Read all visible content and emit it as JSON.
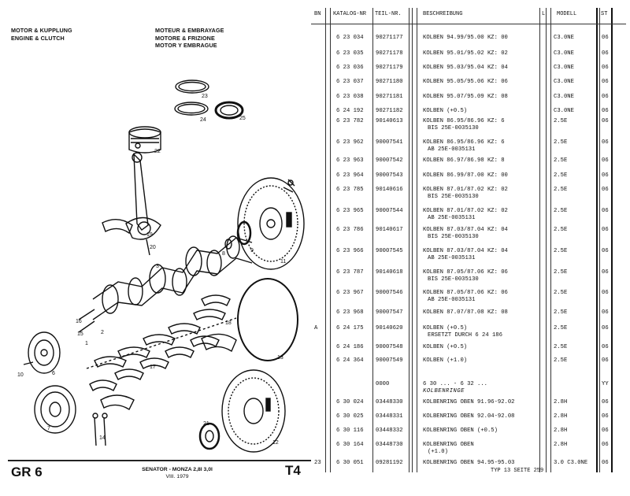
{
  "header": {
    "left": [
      "MOTOR & KUPPLUNG",
      "ENGINE & CLUTCH"
    ],
    "right": [
      "MOTEUR & EMBRAYAGE",
      "MOTORE & FRIZIONE",
      "MOTOR Y EMBRAGUE"
    ]
  },
  "footer": {
    "group": "GR 6",
    "model": "SENATOR - MONZA 2,8l 3,0l",
    "date": "VIII. 1979",
    "table": "T4",
    "page_note": "TYP 13 SEITE 259"
  },
  "callouts": [
    "23",
    "24",
    "25",
    "22",
    "19",
    "20",
    "9",
    "11",
    "8",
    "7",
    "10",
    "6",
    "16",
    "15",
    "18",
    "13",
    "17",
    "14",
    "12",
    "21",
    "1",
    "2",
    "3"
  ],
  "columns": [
    "BN",
    "KATALOG-NR",
    "TEIL-NR.",
    "BESCHREIBUNG",
    "L",
    "MODELL",
    "ST"
  ],
  "rows": [
    {
      "bn": "",
      "kat": "6 23 034",
      "teil": "90271177",
      "desc": [
        "KOLBEN 94.99/95.00 KZ: 00"
      ],
      "model": "C3.0NE",
      "st": "06"
    },
    {
      "bn": "",
      "kat": "6 23 035",
      "teil": "90271178",
      "desc": [
        "KOLBEN 95.01/95.02 KZ: 02"
      ],
      "model": "C3.0NE",
      "st": "06"
    },
    {
      "bn": "",
      "kat": "6 23 036",
      "teil": "90271179",
      "desc": [
        "KOLBEN 95.03/95.04 KZ: 04"
      ],
      "model": "C3.0NE",
      "st": "06"
    },
    {
      "bn": "",
      "kat": "6 23 037",
      "teil": "90271180",
      "desc": [
        "KOLBEN 95.05/95.06 KZ: 06"
      ],
      "model": "C3.0NE",
      "st": "06"
    },
    {
      "bn": "",
      "kat": "6 23 038",
      "teil": "90271181",
      "desc": [
        "KOLBEN 95.07/95.09 KZ: 08"
      ],
      "model": "C3.0NE",
      "st": "06"
    },
    {
      "bn": "",
      "kat": "6 24 192",
      "teil": "90271182",
      "desc": [
        "KOLBEN (+0.5)"
      ],
      "model": "C3.0NE",
      "st": "06"
    },
    {
      "bn": "",
      "kat": "6 23 782",
      "teil": "90140613",
      "desc": [
        "KOLBEN 86.95/86.96 KZ: 6",
        "BIS 25E-0035130"
      ],
      "model": "2.5E",
      "st": "06"
    },
    {
      "bn": "",
      "kat": "6 23 962",
      "teil": "90007541",
      "desc": [
        "KOLBEN 86.95/86.96 KZ: 6",
        "AB 25E-0035131"
      ],
      "model": "2.5E",
      "st": "06"
    },
    {
      "bn": "",
      "kat": "6 23 963",
      "teil": "90007542",
      "desc": [
        "KOLBEN 86.97/86.98 KZ: 8"
      ],
      "model": "2.5E",
      "st": "06"
    },
    {
      "bn": "",
      "kat": "6 23 964",
      "teil": "90007543",
      "desc": [
        "KOLBEN 86.99/87.00 KZ: 00"
      ],
      "model": "2.5E",
      "st": "06"
    },
    {
      "bn": "",
      "kat": "6 23 785",
      "teil": "90140616",
      "desc": [
        "KOLBEN 87.01/87.02 KZ: 02",
        "BIS 25E-0035130"
      ],
      "model": "2.5E",
      "st": "06"
    },
    {
      "bn": "",
      "kat": "6 23 965",
      "teil": "90007544",
      "desc": [
        "KOLBEN 87.01/87.02 KZ: 02",
        "AB 25E-0035131"
      ],
      "model": "2.5E",
      "st": "06"
    },
    {
      "bn": "",
      "kat": "6 23 786",
      "teil": "90140617",
      "desc": [
        "KOLBEN 87.03/87.04 KZ: 04",
        "BIS 25E-0035130"
      ],
      "model": "2.5E",
      "st": "06"
    },
    {
      "bn": "",
      "kat": "6 23 966",
      "teil": "90007545",
      "desc": [
        "KOLBEN 87.03/87.04 KZ: 04",
        "AB 25E-0035131"
      ],
      "model": "2.5E",
      "st": "06"
    },
    {
      "bn": "",
      "kat": "6 23 787",
      "teil": "90140618",
      "desc": [
        "KOLBEN 87.05/87.06 KZ: 06",
        "BIS 25E-0035130"
      ],
      "model": "2.5E",
      "st": "06"
    },
    {
      "bn": "",
      "kat": "6 23 967",
      "teil": "90007546",
      "desc": [
        "KOLBEN 87.05/87.06 KZ: 06",
        "AB 25E-0035131"
      ],
      "model": "2.5E",
      "st": "06"
    },
    {
      "bn": "",
      "kat": "6 23 968",
      "teil": "90007547",
      "desc": [
        "KOLBEN 87.07/87.08 KZ: 08"
      ],
      "model": "2.5E",
      "st": "06"
    },
    {
      "bn": "A",
      "kat": "6 24 175",
      "teil": "90140620",
      "desc": [
        "KOLBEN (+0.5)",
        "ERSETZT DURCH 6 24 186"
      ],
      "model": "2.5E",
      "st": "06"
    },
    {
      "bn": "",
      "kat": "6 24 186",
      "teil": "90007548",
      "desc": [
        "KOLBEN (+0.5)"
      ],
      "model": "2.5E",
      "st": "06"
    },
    {
      "bn": "",
      "kat": "6 24 364",
      "teil": "90007549",
      "desc": [
        "KOLBEN (+1.0)"
      ],
      "model": "2.5E",
      "st": "06"
    },
    {
      "bn": "",
      "kat": "",
      "teil": "0000",
      "desc": [
        "6 30 ... - 6 32 ...",
        "KOLBENRINGE"
      ],
      "model": "",
      "st": "YY",
      "italic": true
    },
    {
      "bn": "",
      "kat": "6 30 024",
      "teil": "03448330",
      "desc": [
        "KOLBENRING OBEN 91.96-92.02"
      ],
      "model": "2.8H",
      "st": "06"
    },
    {
      "bn": "",
      "kat": "6 30 025",
      "teil": "03448331",
      "desc": [
        "KOLBENRING OBEN 92.04-92.08"
      ],
      "model": "2.8H",
      "st": "06"
    },
    {
      "bn": "",
      "kat": "6 30 116",
      "teil": "03448332",
      "desc": [
        "KOLBENRING OBEN (+0.5)"
      ],
      "model": "2.8H",
      "st": "06"
    },
    {
      "bn": "",
      "kat": "6 30 164",
      "teil": "03448730",
      "desc": [
        "KOLBENRING OBEN",
        "(+1.0)"
      ],
      "model": "2.8H",
      "st": "06"
    },
    {
      "bn": "23",
      "kat": "6 30 051",
      "teil": "09281192",
      "desc": [
        "KOLBENRING OBEN 94.95-95.03"
      ],
      "model": "3.0 C3.0NE",
      "st": "06"
    }
  ]
}
